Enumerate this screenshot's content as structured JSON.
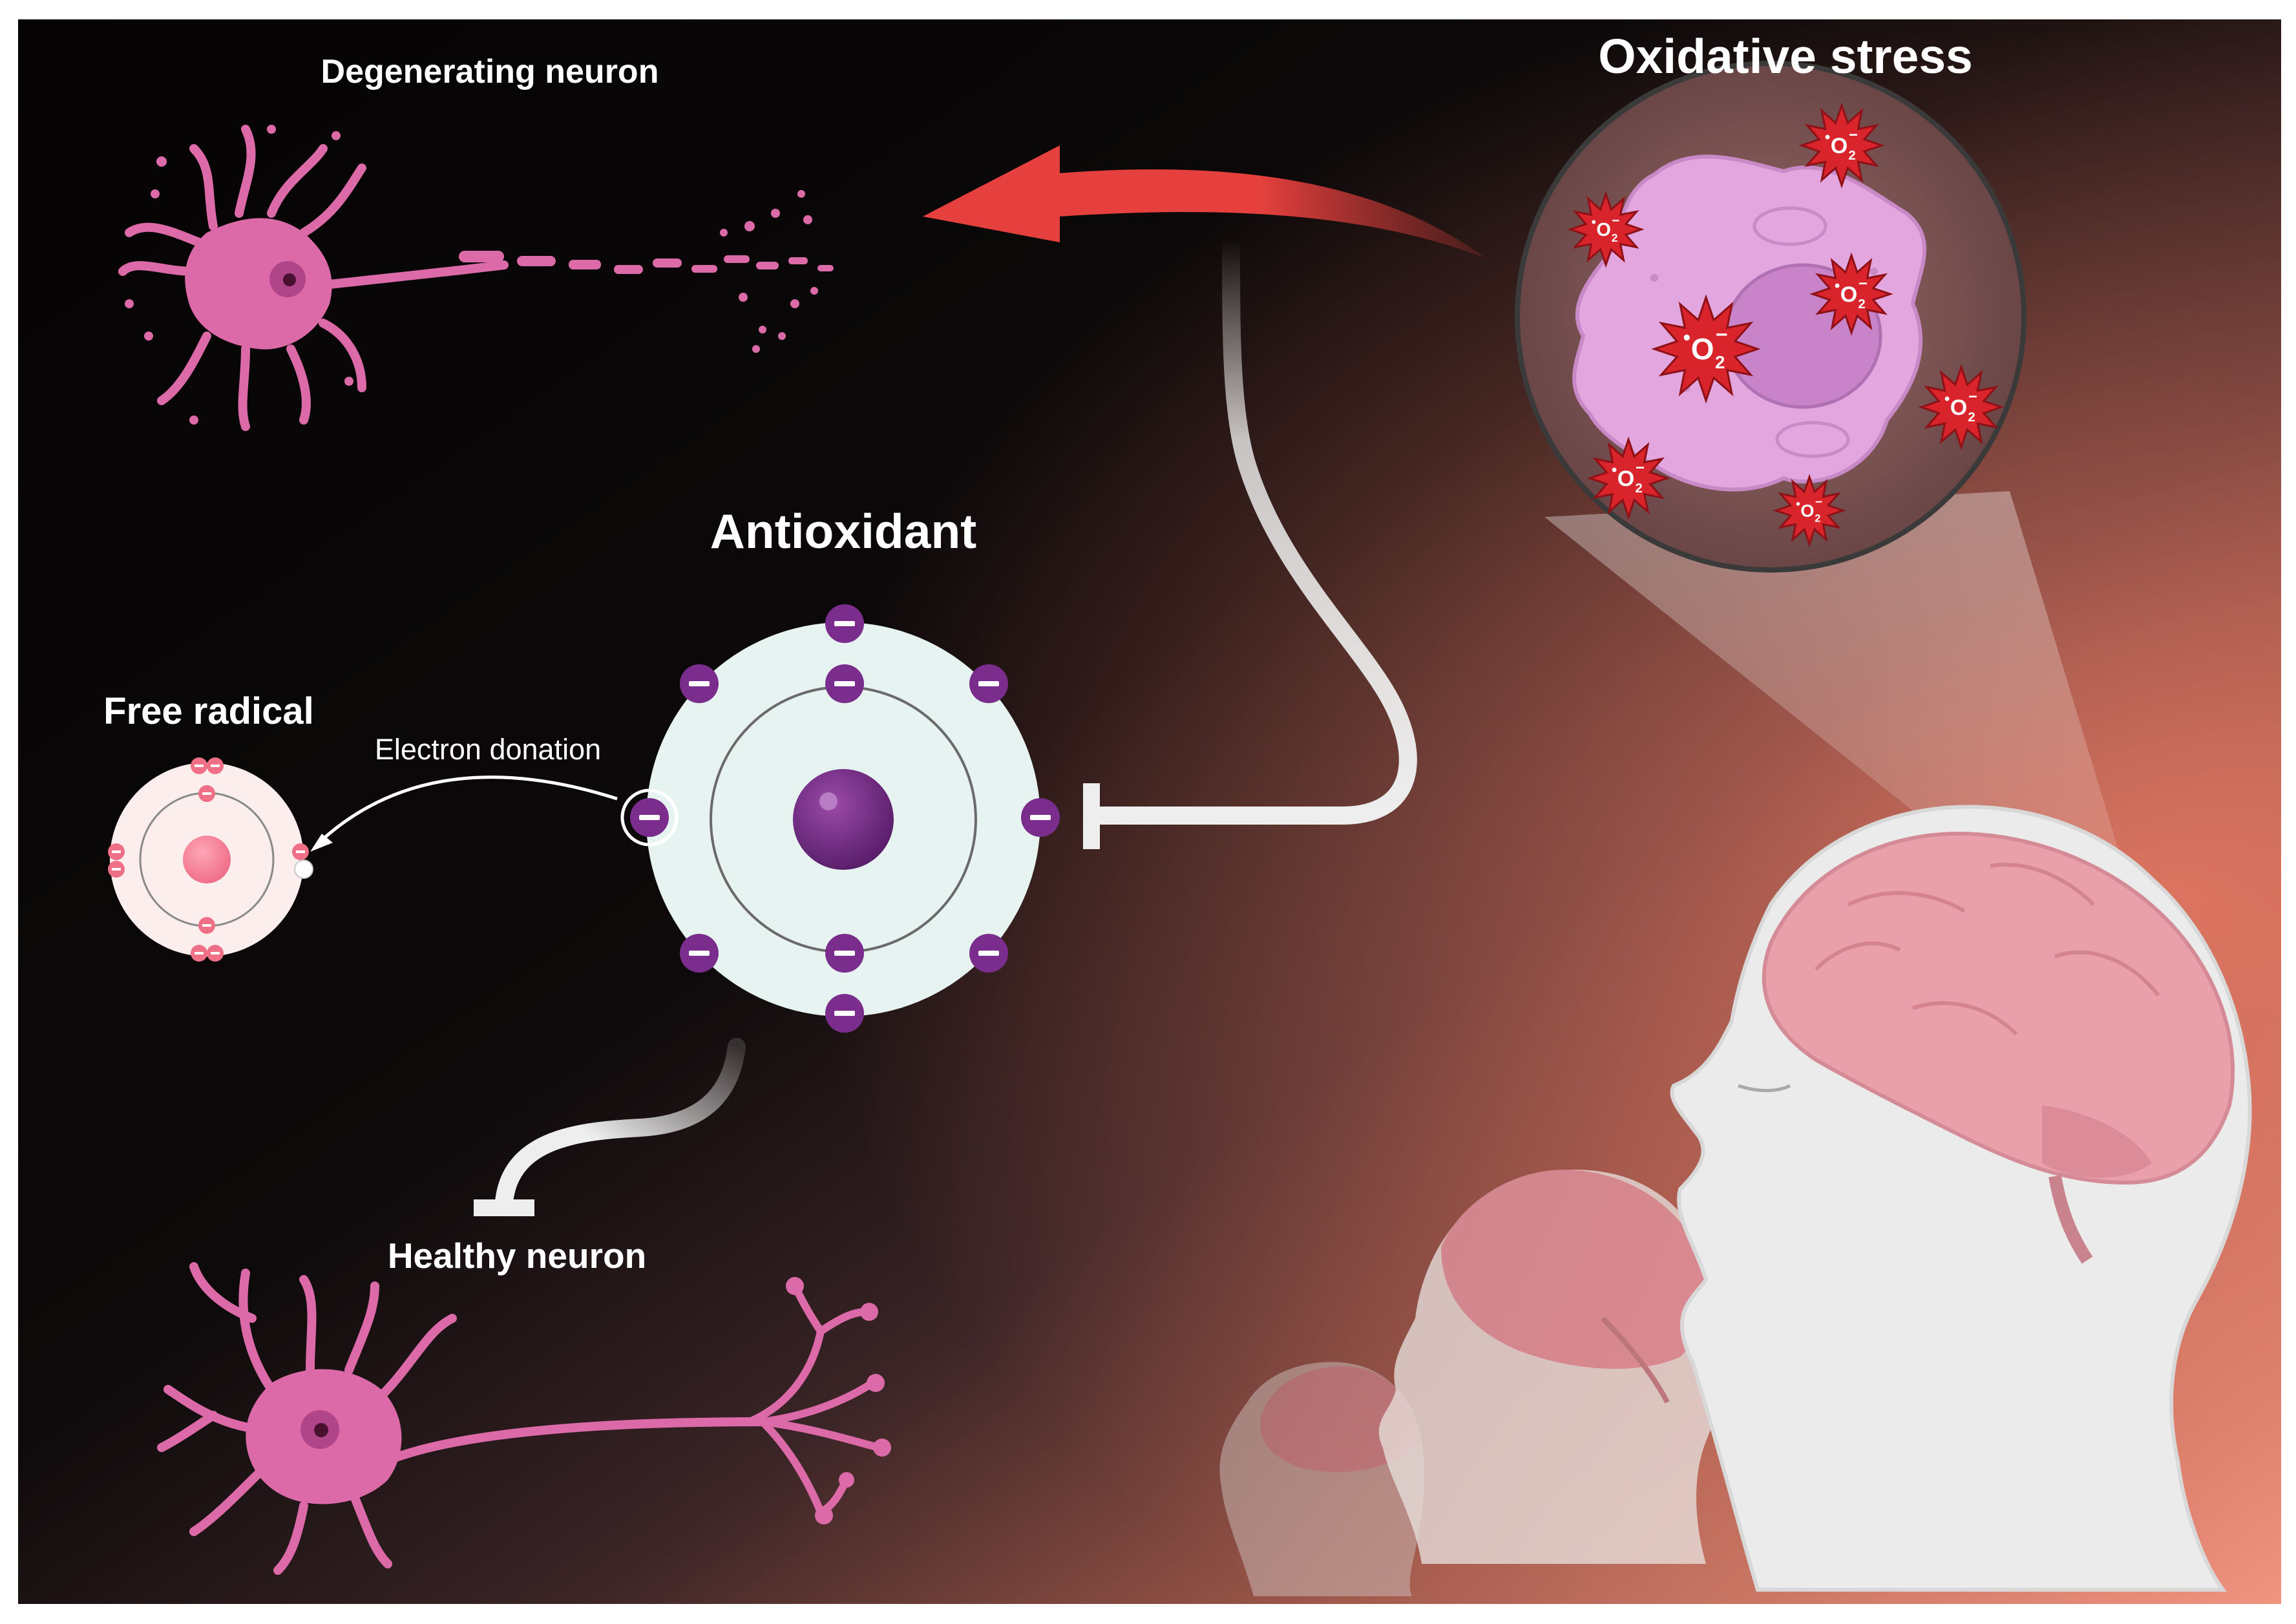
{
  "labels": {
    "degenerating_neuron": "Degenerating neuron",
    "oxidative_stress": "Oxidative stress",
    "antioxidant": "Antioxidant",
    "free_radical": "Free radical",
    "electron_donation": "Electron donation",
    "healthy_neuron": "Healthy neuron"
  },
  "superoxide": {
    "main": "O",
    "sub": "2",
    "charge": "−",
    "dot": "•"
  },
  "electron_symbol": "−",
  "colors": {
    "background_dark": "#050304",
    "background_warm": "#e87a66",
    "neuron_pink": "#dd6aa8",
    "antioxidant_purple": "#6e2b80",
    "radical_pink": "#f0829a",
    "arrow_red": "#e5403e",
    "inhibit_white": "#eeeeee",
    "cell_lilac": "#e3a6df",
    "ros_red": "#d9242c"
  }
}
